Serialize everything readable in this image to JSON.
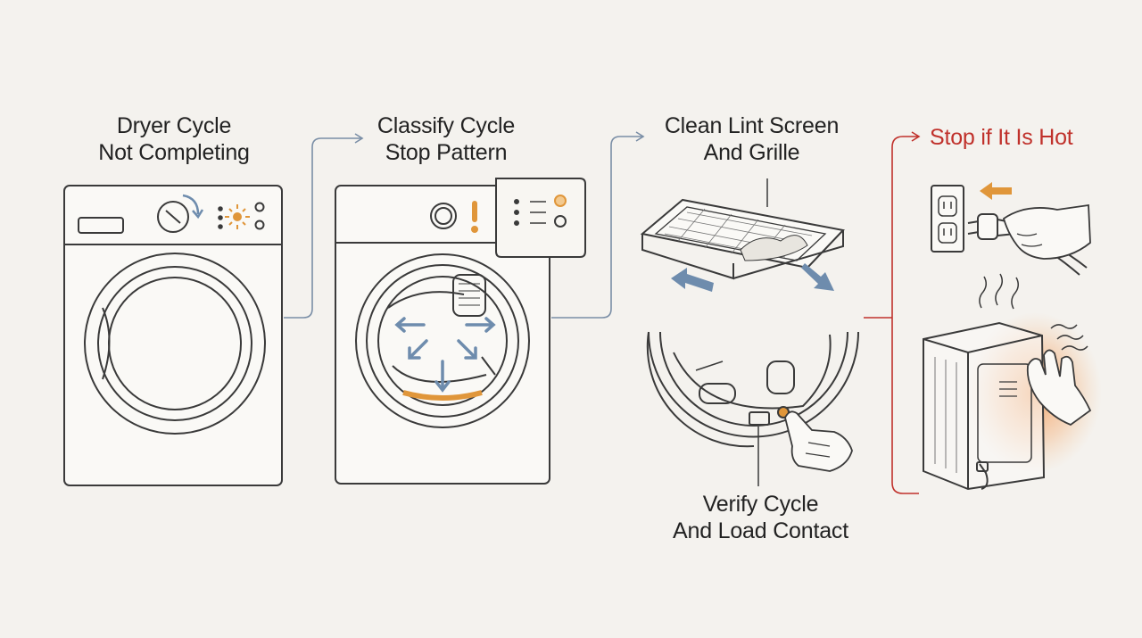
{
  "steps": [
    {
      "line1": "Dryer Cycle",
      "line2": "Not Completing"
    },
    {
      "line1": "Classify Cycle",
      "line2": "Stop Pattern"
    },
    {
      "line1": "Clean Lint Screen",
      "line2": "And Grille"
    },
    {
      "line1": "Verify Cycle",
      "line2": "And Load Contact"
    }
  ],
  "warning": {
    "text": "Stop if It Is Hot"
  },
  "colors": {
    "ink": "#3a3a3a",
    "connector": "#7a8ea6",
    "arrow_blue": "#6e8cad",
    "warning": "#c0312b",
    "accent_orange": "#e0963a",
    "heat": "#f08a3c"
  },
  "icons": [
    "dryer-icon",
    "warning-exclamation-icon",
    "lint-screen-icon",
    "hand-icon",
    "wall-outlet-icon",
    "power-plug-icon",
    "heat-waves-icon"
  ]
}
